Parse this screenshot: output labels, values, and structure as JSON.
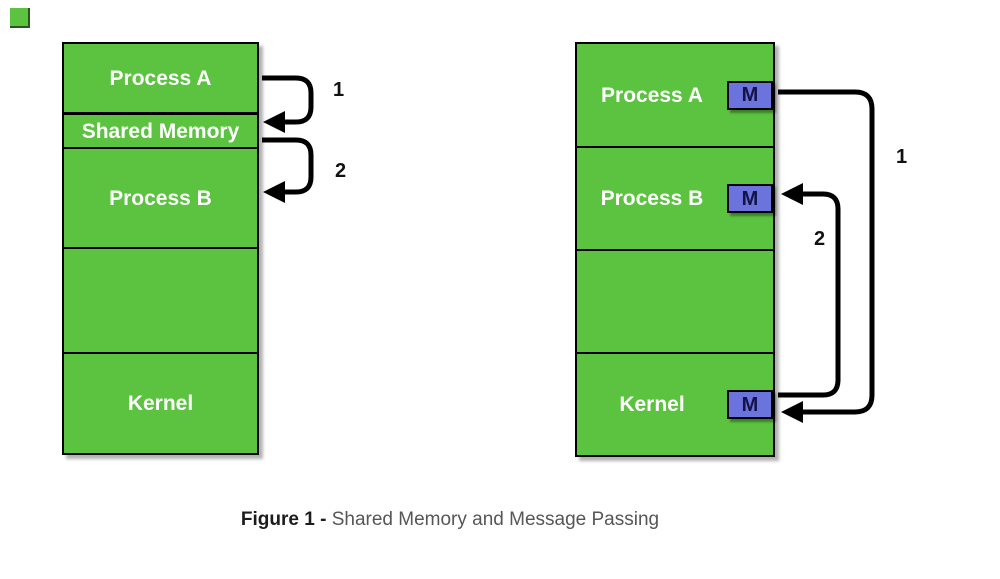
{
  "colors": {
    "page-bg": "#ffffff",
    "block-fill": "#5bc33f",
    "block-border": "#000000",
    "block-label": "#ffffff",
    "message-fill": "#6b73dd",
    "message-border": "#000000",
    "message-label": "#131347",
    "arrow": "#000000",
    "arrow-label": "#111111",
    "caption-strong": "#1c1c1c",
    "caption-normal": "#565656"
  },
  "decor": {
    "top_left_marker": "green-square"
  },
  "left_diagram": {
    "kind": "shared-memory",
    "sections": [
      {
        "label": "Process A"
      },
      {
        "label": "Shared Memory"
      },
      {
        "label": "Process B"
      },
      {
        "label": ""
      },
      {
        "label": "Kernel"
      }
    ],
    "arrows": [
      {
        "label": "1"
      },
      {
        "label": "2"
      }
    ]
  },
  "right_diagram": {
    "kind": "message-passing",
    "sections": [
      {
        "label": "Process A",
        "message": "M"
      },
      {
        "label": "Process B",
        "message": "M"
      },
      {
        "label": ""
      },
      {
        "label": "Kernel",
        "message": "M"
      }
    ],
    "arrows": [
      {
        "label": "1"
      },
      {
        "label": "2"
      }
    ]
  },
  "caption": {
    "prefix": "Figure 1 -",
    "text": "Shared Memory and Message Passing"
  }
}
